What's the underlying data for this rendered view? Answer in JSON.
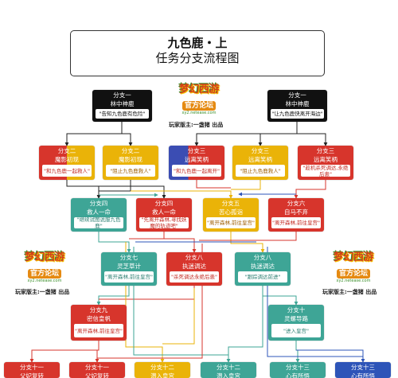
{
  "title": {
    "main": "九色鹿・上",
    "sub": "任务分支流程图"
  },
  "logos": [
    {
      "brand": "梦幻西游",
      "sub": "官方论坛",
      "tiny": "xy2.netease.com",
      "credit": "玩家版主:一盏猪 出品"
    },
    {
      "brand": "梦幻西游",
      "sub": "官方论坛",
      "tiny": "xy2.netease.com",
      "credit": "玩家版主:一盏猪 出品"
    },
    {
      "brand": "梦幻西游",
      "sub": "官方论坛",
      "tiny": "xy2.netease.com",
      "credit": "玩家版主:一盏猪 出品"
    }
  ],
  "nodes": [
    {
      "id": "n1a",
      "line1": "分支一",
      "line2": "林中神鹿",
      "body": "\"告知九色鹿有危险\""
    },
    {
      "id": "n1b",
      "line1": "分支一",
      "line2": "林中神鹿",
      "body": "\"让九色鹿快离开海边\""
    },
    {
      "id": "n2a",
      "line1": "分支二",
      "line2": "魔影初现",
      "body": "\"和九色鹿一起救人\""
    },
    {
      "id": "n2b",
      "line1": "分支二",
      "line2": "魔影初现",
      "body": "\"阻止九色鹿救人\""
    },
    {
      "id": "n3a",
      "line1": "分支三",
      "line2": "远离笑柄",
      "body": "\"和九色鹿一起离开\""
    },
    {
      "id": "n3b",
      "line1": "分支三",
      "line2": "远离笑柄",
      "body": "\"阻止九色鹿救人\""
    },
    {
      "id": "n3c",
      "line1": "分支三",
      "line2": "远离笑柄",
      "body": "\"趁机杀死调达,永绝后患\""
    },
    {
      "id": "n4a",
      "line1": "分支四",
      "line2": "救人一命",
      "body": "\"继续试图说服九色鹿\""
    },
    {
      "id": "n4b",
      "line1": "分支四",
      "line2": "救人一命",
      "body": "\"先离开森林,寻找妖魔的轨迹吧\""
    },
    {
      "id": "n5",
      "line1": "分支五",
      "line2": "苦心孤诣",
      "body": "\"离开森林,前往皇宫\""
    },
    {
      "id": "n6",
      "line1": "分支六",
      "line2": "自马不弃",
      "body": "\"离开森林,前往皇宫\""
    },
    {
      "id": "n7",
      "line1": "分支七",
      "line2": "灵芝草计",
      "body": "\"离开森林,前往皇宫\""
    },
    {
      "id": "n8a",
      "line1": "分支八",
      "line2": "执迷调达",
      "body": "\"杀死调达永绝后患\""
    },
    {
      "id": "n8b",
      "line1": "分支八",
      "line2": "执迷调达",
      "body": "\"跟踪调达前进\""
    },
    {
      "id": "n9",
      "line1": "分支九",
      "line2": "密信皇帆",
      "body": "\"离开森林,前往皇宫\""
    },
    {
      "id": "n10",
      "line1": "分支十",
      "line2": "灵螺导路",
      "body": "\"进入皇宫\""
    },
    {
      "id": "n11a",
      "line1": "分支十一",
      "line2": "父妃复转",
      "body": ""
    },
    {
      "id": "n11b",
      "line1": "分支十一",
      "line2": "父妃复转",
      "body": ""
    },
    {
      "id": "n12a",
      "line1": "分支十二",
      "line2": "潜入皇宫",
      "body": ""
    },
    {
      "id": "n12b",
      "line1": "分支十二",
      "line2": "潜入皇宫",
      "body": ""
    },
    {
      "id": "n13a",
      "line1": "分支十三",
      "line2": "心有所悟",
      "body": ""
    },
    {
      "id": "n13b",
      "line1": "分支十三",
      "line2": "心有所悟",
      "body": ""
    }
  ],
  "colors": {
    "black": "#111111",
    "red": "#d7352c",
    "yellow": "#eab308",
    "teal": "#3ea596",
    "blue": "#2d54b8",
    "gray": "#888888"
  }
}
